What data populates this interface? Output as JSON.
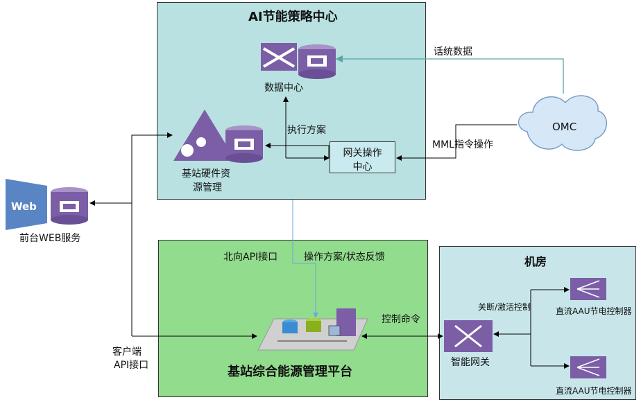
{
  "ai_center": {
    "title": "AI节能策略中心",
    "data_center_label": "数据中心",
    "hw_mgmt_label_line1": "基站硬件资",
    "hw_mgmt_label_line2": "源管理",
    "gateway_ops_line1": "网关操作",
    "gateway_ops_line2": "中心",
    "exec_plan_label": "执行方案"
  },
  "omc": {
    "label": "OMC",
    "traffic_label": "话统数据",
    "mml_label": "MML指令操作"
  },
  "web": {
    "label": "前台WEB服务",
    "icon_text": "Web"
  },
  "platform": {
    "title": "基站综合能源管理平台",
    "north_api_label": "北向API接口",
    "ops_feedback_label": "操作方案/状态反馈",
    "client_api_line1": "客户端",
    "client_api_line2": "API接口",
    "control_cmd_label": "控制命令"
  },
  "machine_room": {
    "title": "机房",
    "gateway_label": "智能网关",
    "switch_label": "关断/激活控制",
    "controller1_label": "直流AAU节电控制器",
    "controller2_label": "直流AAU节电控制器"
  },
  "colors": {
    "ai_bg": "#b9e1e1",
    "platform_bg": "#92dc8d",
    "room_bg": "#c8e6ea",
    "icon_purple": "#7b5ea6",
    "arrow_teal": "#5aa5a5",
    "arrow_blue": "#6aa8e0"
  }
}
